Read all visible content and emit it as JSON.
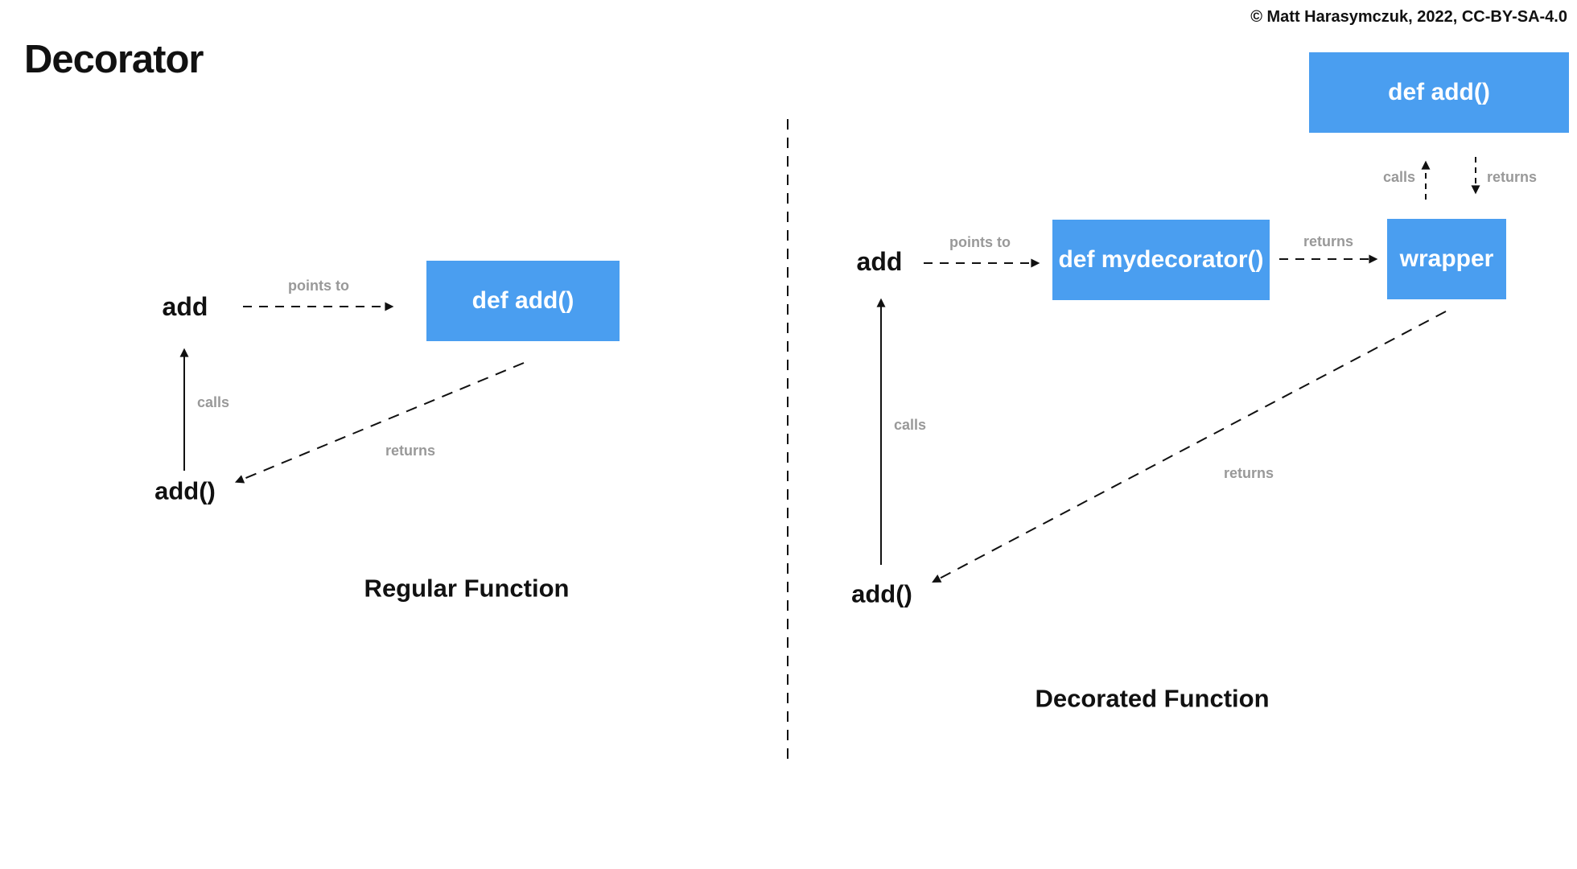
{
  "title": "Decorator",
  "copyright": "© Matt Harasymczuk, 2022, CC-BY-SA-4.0",
  "colors": {
    "box_blue": "#4A9EF0",
    "label_gray": "#999999",
    "ink": "#111111"
  },
  "left": {
    "caption": "Regular Function",
    "variable_label": "add",
    "call_label": "add()",
    "function_box_label": "def add()",
    "points_to_label": "points to",
    "calls_label": "calls",
    "returns_label": "returns"
  },
  "right": {
    "caption": "Decorated Function",
    "variable_label": "add",
    "call_label": "add()",
    "decorator_box_label": "def mydecorator()",
    "wrapper_box_label": "wrapper",
    "function_box_label": "def add()",
    "points_to_label": "points to",
    "calls_label": "calls",
    "decorator_returns_label": "returns",
    "wrapper_calls_label": "calls",
    "wrapper_returns_label": "returns",
    "returns_label": "returns"
  }
}
